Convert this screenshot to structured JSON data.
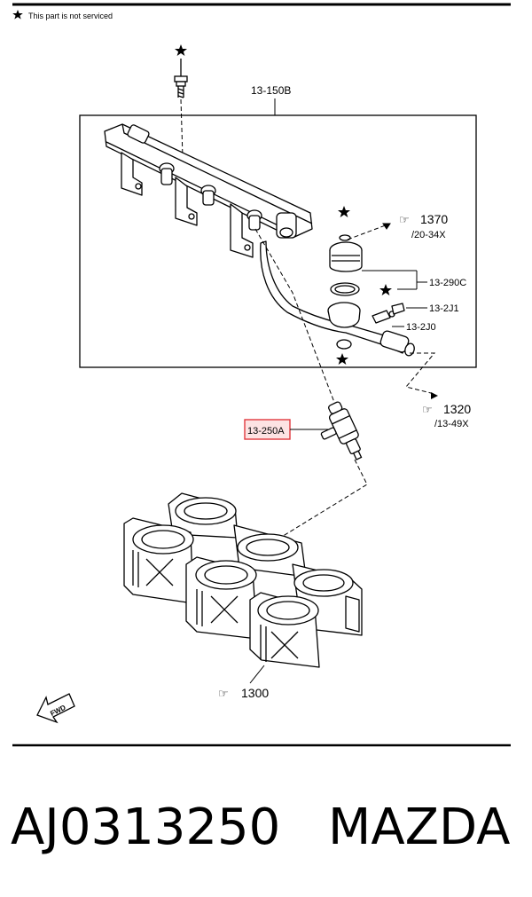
{
  "note": {
    "text": "This part is not serviced",
    "icon": "star-icon"
  },
  "callouts": {
    "assembly": "13-150B",
    "bolt_ref": "1370",
    "bolt_ref_sub": "/20-34X",
    "seal_kit": "13-290C",
    "fitting_1": "13-2J1",
    "fitting_0": "13-2J0",
    "hose_ref": "1320",
    "hose_ref_sub": "/13-49X",
    "injector": "13-250A",
    "manifold_ref": "1300",
    "fwd": "FWD"
  },
  "footer": {
    "part_number": "AJ0313250",
    "brand": "MAZDA"
  },
  "colors": {
    "highlight": "#e0393e",
    "highlight_fill": "#fde3e3",
    "line": "#000000"
  }
}
